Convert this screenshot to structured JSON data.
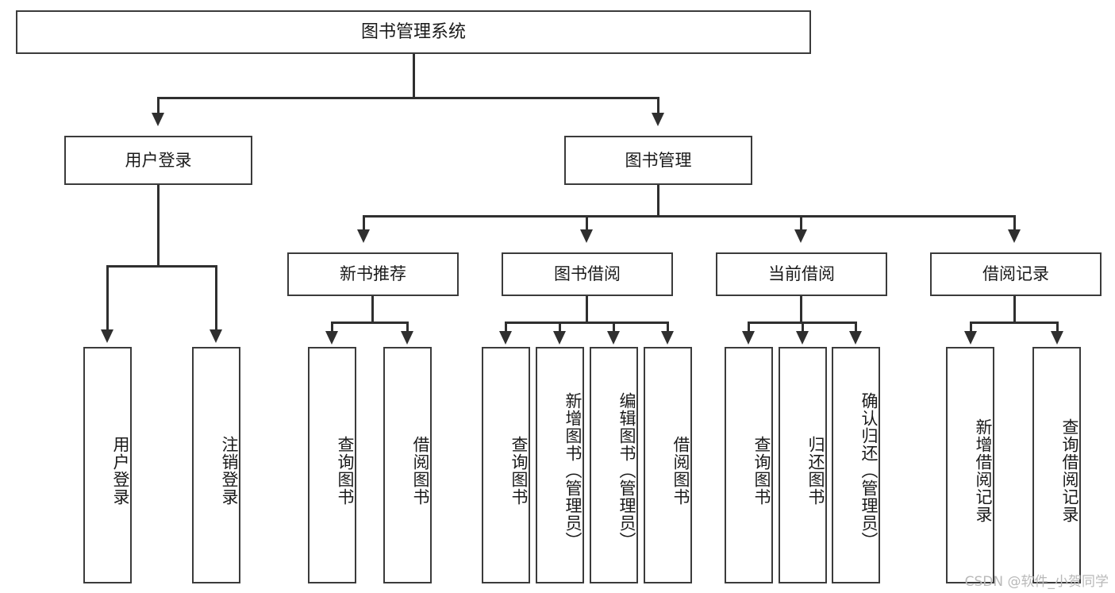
{
  "diagram": {
    "title": "图书管理系统",
    "type": "tree-hierarchy-chart",
    "root": {
      "label": "图书管理系统"
    },
    "level2": [
      {
        "label": "用户登录"
      },
      {
        "label": "图书管理"
      }
    ],
    "level3": [
      {
        "label": "新书推荐"
      },
      {
        "label": "图书借阅"
      },
      {
        "label": "当前借阅"
      },
      {
        "label": "借阅记录"
      }
    ],
    "leaves": {
      "user_login": [
        {
          "label": "用户登录"
        },
        {
          "label": "注销登录"
        }
      ],
      "new_book_recommend": [
        {
          "label": "查询图书"
        },
        {
          "label": "借阅图书"
        }
      ],
      "book_borrow": [
        {
          "label": "查询图书"
        },
        {
          "label": "新增图书（管理员）"
        },
        {
          "label": "编辑图书（管理员）"
        },
        {
          "label": "借阅图书"
        }
      ],
      "current_borrow": [
        {
          "label": "查询图书"
        },
        {
          "label": "归还图书"
        },
        {
          "label": "确认归还（管理员）"
        }
      ],
      "borrow_record": [
        {
          "label": "新增借阅记录"
        },
        {
          "label": "查询借阅记录"
        }
      ]
    }
  },
  "watermark": {
    "text": "CSDN @软件_小贺同学"
  },
  "colors": {
    "stroke": "#3b3b3b",
    "connector": "#2f2f2f",
    "background": "#ffffff",
    "text": "#1a1a1a",
    "watermark": "#b9b9b9"
  }
}
